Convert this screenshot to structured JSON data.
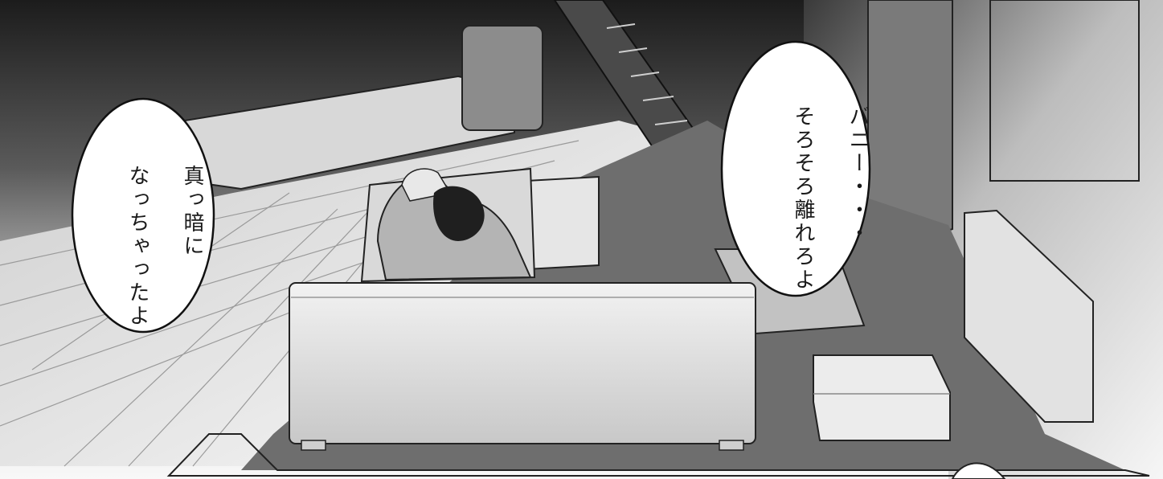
{
  "dialogue": {
    "left_bubble": {
      "lines": [
        "真っ暗に",
        "なっちゃったよ"
      ]
    },
    "right_bubble": {
      "lines": [
        "バニー・・・",
        "そろそろ離れろよ"
      ]
    }
  },
  "palette": {
    "dark_top": "#1e1e1e",
    "floor_light": "#f2f2f2",
    "sofa": "#e4e4e4",
    "ink": "#1a1a1a"
  }
}
